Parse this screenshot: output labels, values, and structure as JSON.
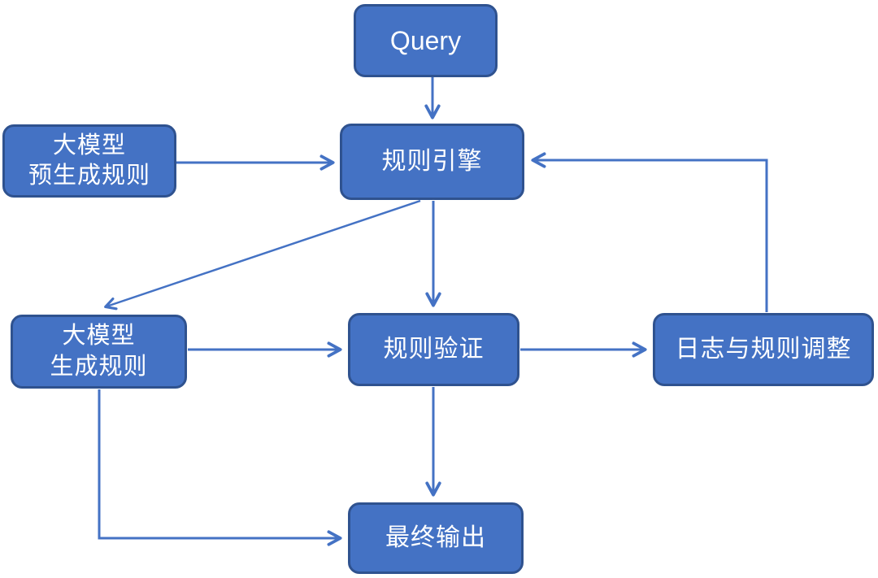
{
  "diagram": {
    "type": "flowchart",
    "colors": {
      "node_fill": "#4472C4",
      "node_border": "#2F528F",
      "arrow": "#4472C4",
      "text": "#FFFFFF",
      "background": "#FFFFFF"
    },
    "nodes": {
      "query": {
        "label": "Query"
      },
      "rule_engine": {
        "label": "规则引擎"
      },
      "pregen_rules": {
        "label": "大模型\n预生成规则"
      },
      "gen_rules": {
        "label": "大模型\n生成规则"
      },
      "rule_validation": {
        "label": "规则验证"
      },
      "log_adjustment": {
        "label": "日志与规则调整"
      },
      "final_output": {
        "label": "最终输出"
      }
    },
    "edges": [
      {
        "from": "query",
        "to": "rule_engine"
      },
      {
        "from": "pregen_rules",
        "to": "rule_engine"
      },
      {
        "from": "rule_engine",
        "to": "gen_rules"
      },
      {
        "from": "rule_engine",
        "to": "rule_validation"
      },
      {
        "from": "gen_rules",
        "to": "rule_validation"
      },
      {
        "from": "rule_validation",
        "to": "log_adjustment"
      },
      {
        "from": "log_adjustment",
        "to": "rule_engine"
      },
      {
        "from": "rule_validation",
        "to": "final_output"
      },
      {
        "from": "gen_rules",
        "to": "final_output"
      }
    ]
  }
}
